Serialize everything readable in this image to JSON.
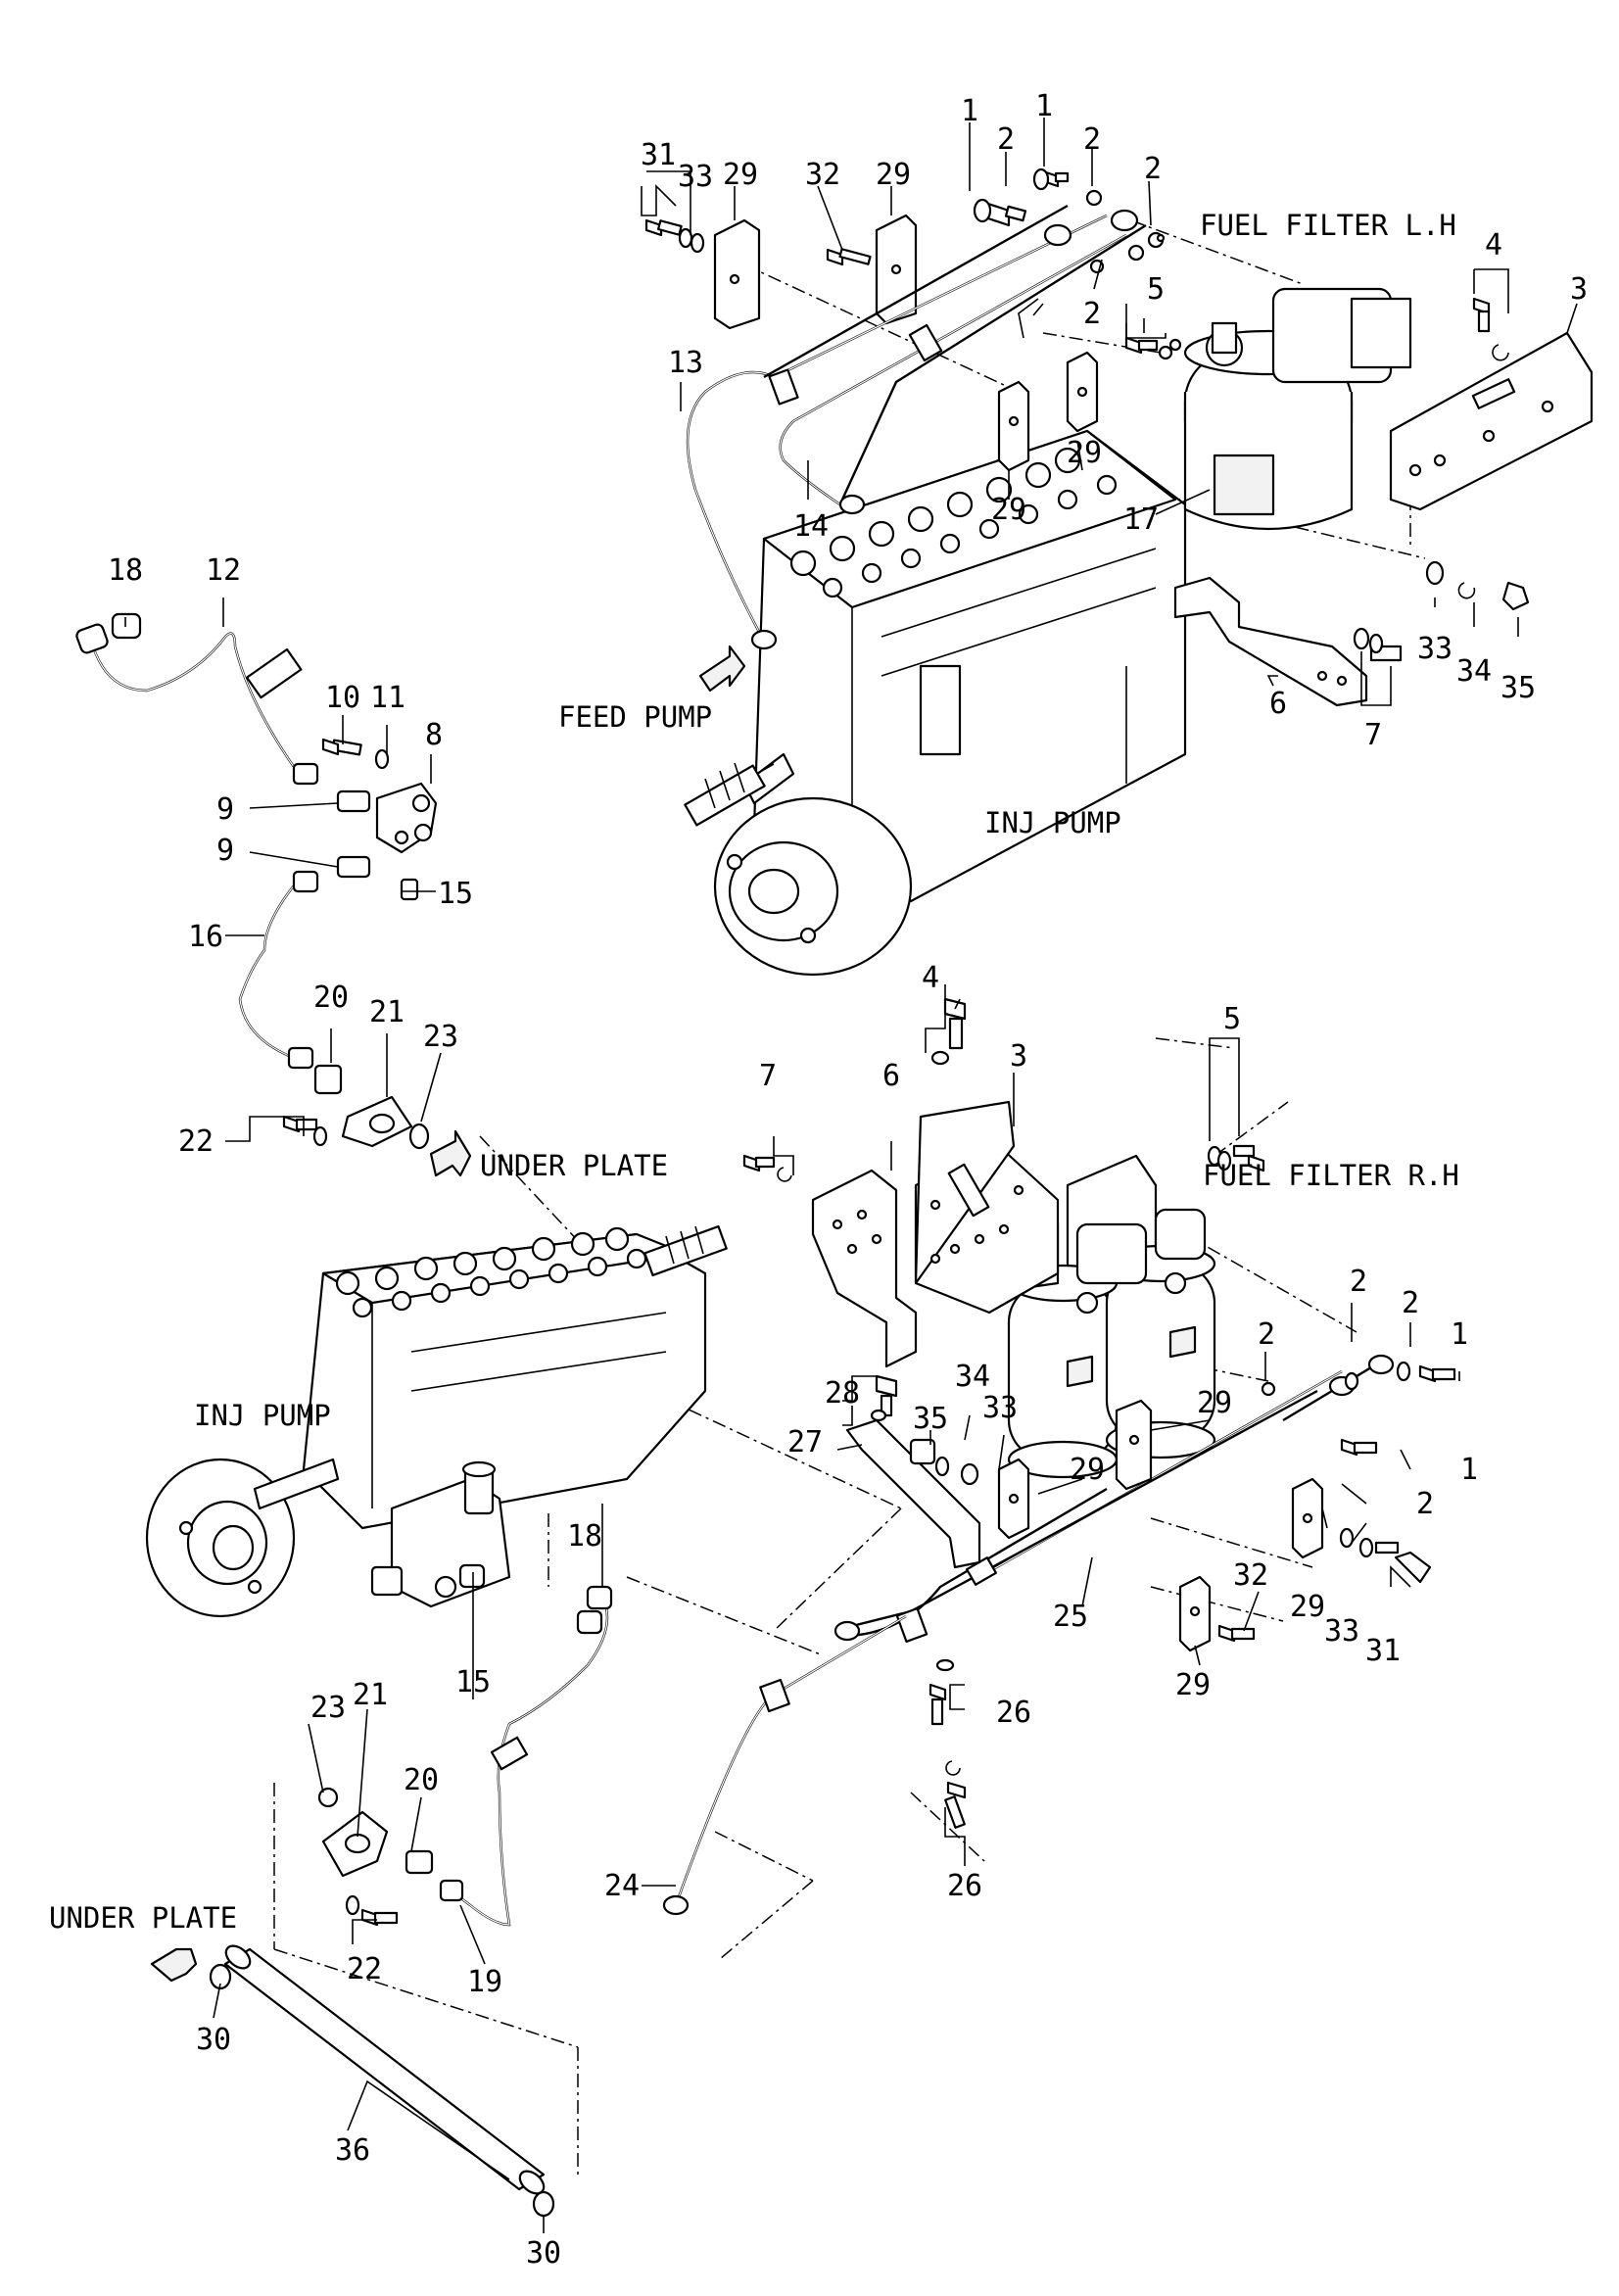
{
  "captions": {
    "fuel_filter_lh": "FUEL FILTER L.H",
    "fuel_filter_rh": "FUEL FILTER R.H",
    "feed_pump": "FEED PUMP",
    "inj_pump_top": "INJ PUMP",
    "inj_pump_bottom": "INJ PUMP",
    "under_plate_mid": "UNDER PLATE",
    "under_plate_bottom": "UNDER PLATE"
  },
  "callouts": {
    "c1": "1",
    "c2": "1",
    "c3": "2",
    "c4": "2",
    "c5": "2",
    "c6": "2",
    "c7": "31",
    "c8": "33",
    "c9": "29",
    "c10": "32",
    "c11": "29",
    "c12": "4",
    "c13": "3",
    "c14": "5",
    "c15": "13",
    "c16": "14",
    "c17": "29",
    "c18": "29",
    "c19": "17",
    "c20": "33",
    "c21": "34",
    "c22": "35",
    "c23": "6",
    "c24": "7",
    "c25": "18",
    "c26": "12",
    "c27": "10",
    "c28": "11",
    "c29": "8",
    "c30": "9",
    "c31": "9",
    "c32": "15",
    "c33": "16",
    "c34": "20",
    "c35": "21",
    "c36": "23",
    "c37": "22",
    "c38": "4",
    "c39": "3",
    "c40": "5",
    "c41": "7",
    "c42": "6",
    "c43": "2",
    "c44": "2",
    "c45": "1",
    "c46": "2",
    "c47": "29",
    "c48": "1",
    "c49": "2",
    "c50": "28",
    "c51": "35",
    "c52": "34",
    "c53": "33",
    "c54": "27",
    "c55": "29",
    "c56": "29",
    "c57": "33",
    "c58": "31",
    "c59": "32",
    "c60": "25",
    "c61": "29",
    "c62": "26",
    "c63": "26",
    "c64": "18",
    "c65": "15",
    "c66": "23",
    "c67": "21",
    "c68": "20",
    "c69": "22",
    "c70": "19",
    "c71": "24",
    "c72": "30",
    "c73": "36",
    "c74": "30"
  }
}
